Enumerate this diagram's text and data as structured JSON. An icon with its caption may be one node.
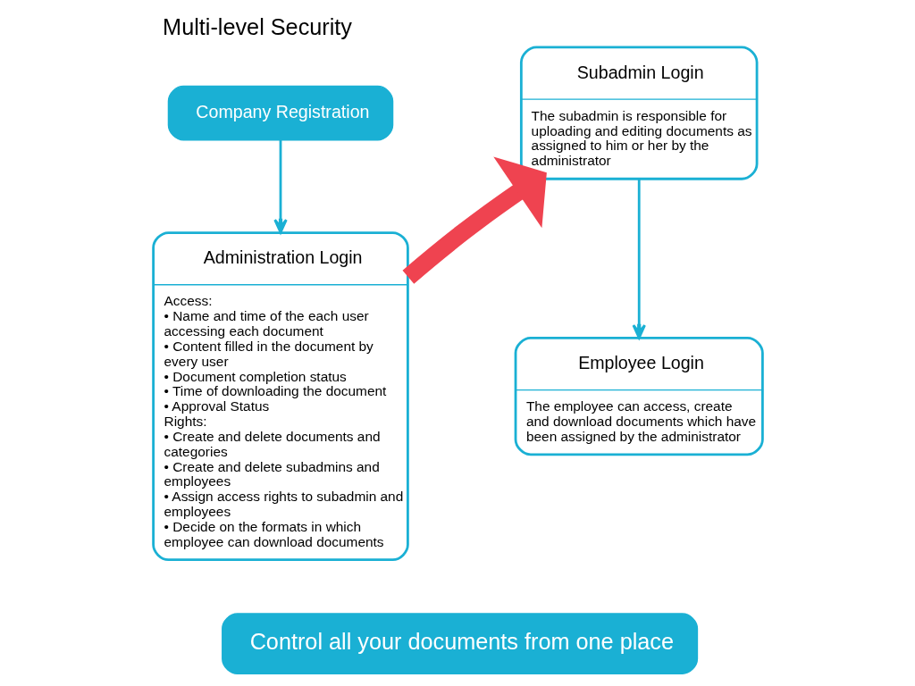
{
  "diagram": {
    "title": "Multi-level Security",
    "nodes": [
      {
        "text": [
          "Company Registration"
        ]
      },
      {
        "text": [
          "Administration Login",
          "Access:",
          "• Name and time of the each user accessing each document",
          "• Content filled in the document by every user",
          "• Document completion status",
          "• Time of downloading the document",
          "• Approval Status",
          "Rights:",
          "• Create and delete documents and categories",
          "• Create and delete subadmins and employees",
          "• Assign access rights to subadmin and employees",
          "• Decide on the formats in which employee can download documents"
        ]
      },
      {
        "text": [
          "Subadmin Login",
          "The subadmin is responsible for uploading and editing documents as assigned to him or her by the administrator"
        ]
      },
      {
        "text": [
          "Employee Login",
          "The employee can access, create and download documents which have been assigned by the administrator"
        ]
      },
      {
        "text": [
          "Control all your documents from one place"
        ]
      }
    ],
    "edges": [
      {
        "from": 0,
        "to": 1,
        "arrow": "to"
      },
      {
        "from": 1,
        "to": 2,
        "arrow": "to",
        "style": "thick",
        "color": "#ef4350"
      },
      {
        "from": 2,
        "to": 3,
        "arrow": "to"
      }
    ]
  }
}
